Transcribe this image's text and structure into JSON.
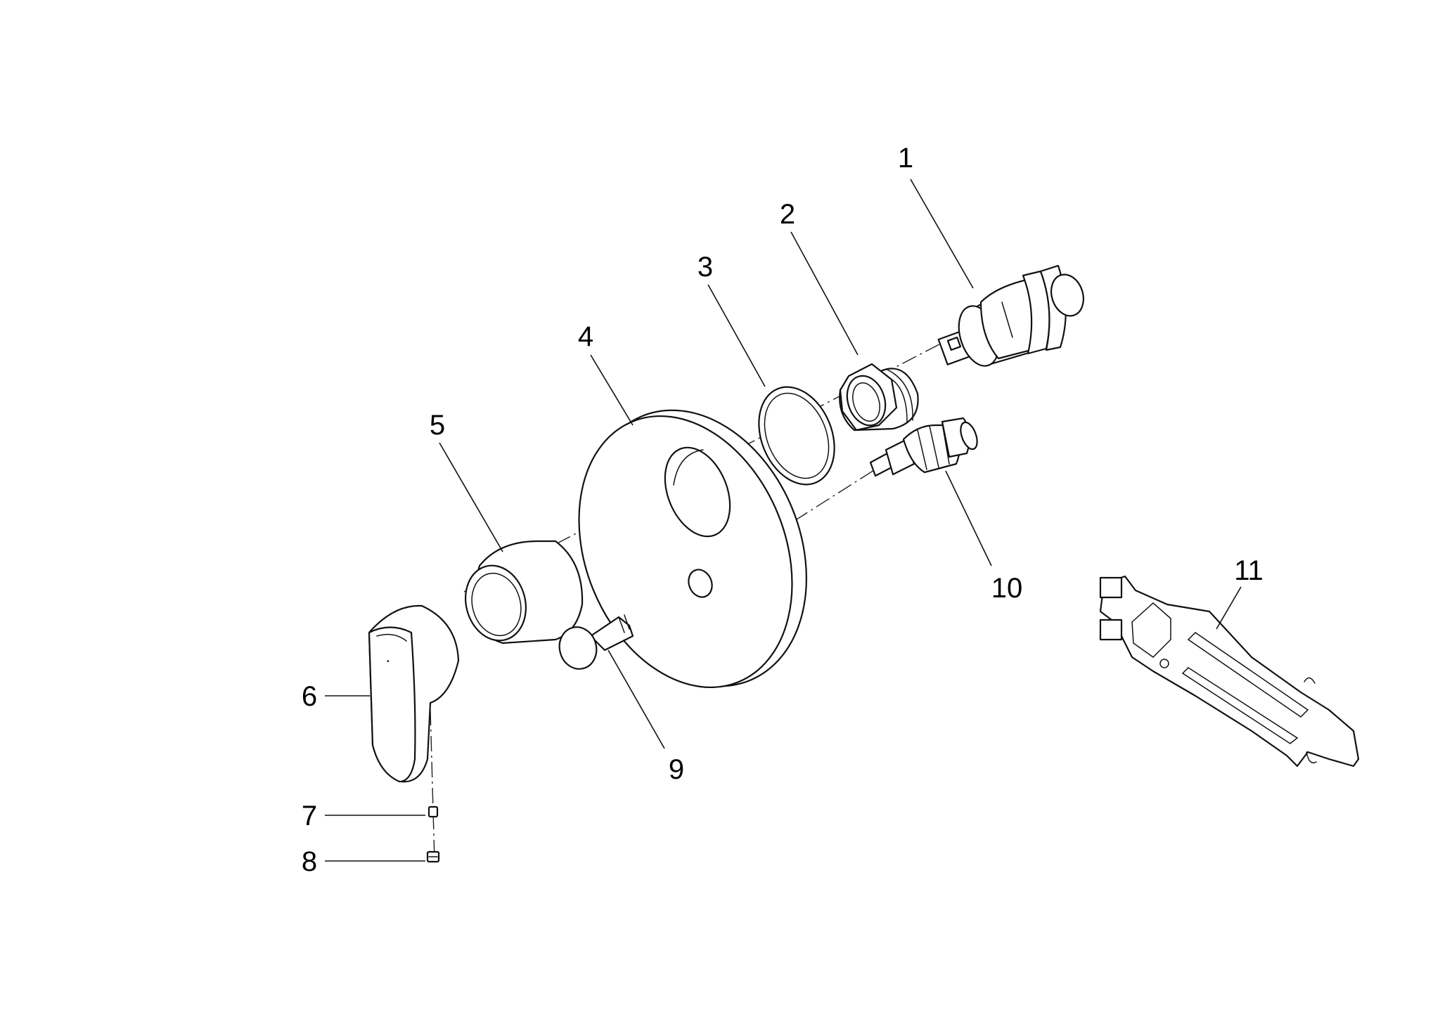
{
  "diagram": {
    "type": "exploded-parts-view",
    "callouts": [
      {
        "id": "1",
        "label": "1"
      },
      {
        "id": "2",
        "label": "2"
      },
      {
        "id": "3",
        "label": "3"
      },
      {
        "id": "4",
        "label": "4"
      },
      {
        "id": "5",
        "label": "5"
      },
      {
        "id": "6",
        "label": "6"
      },
      {
        "id": "7",
        "label": "7"
      },
      {
        "id": "8",
        "label": "8"
      },
      {
        "id": "9",
        "label": "9"
      },
      {
        "id": "10",
        "label": "10"
      },
      {
        "id": "11",
        "label": "11"
      }
    ],
    "line_color": "#111111",
    "background": "#ffffff"
  }
}
